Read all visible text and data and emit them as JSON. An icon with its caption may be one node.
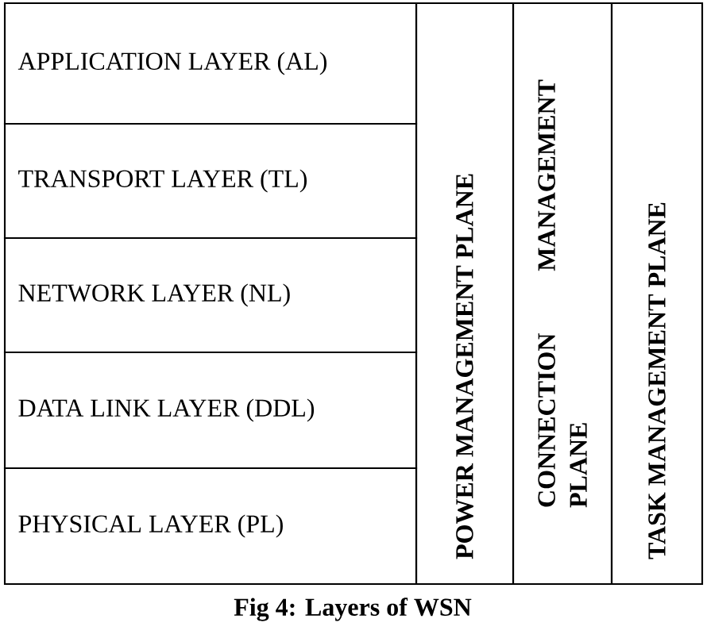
{
  "diagram": {
    "caption": "Fig 4: Layers of WSN",
    "nodes": [
      {
        "text": [
          "APPLICATION LAYER (AL)"
        ]
      },
      {
        "text": [
          "TRANSPORT LAYER (TL)"
        ]
      },
      {
        "text": [
          "NETWORK LAYER (NL)"
        ]
      },
      {
        "text": [
          "DATA LINK LAYER (DDL)"
        ]
      },
      {
        "text": [
          "PHYSICAL LAYER (PL)"
        ]
      },
      {
        "text": [
          "POWER MANAGEMENT PLANE"
        ]
      },
      {
        "text": [
          "CONNECTION MANAGEMENT PLANE"
        ]
      },
      {
        "text": [
          "TASK MANAGEMENT PLANE"
        ]
      }
    ]
  }
}
